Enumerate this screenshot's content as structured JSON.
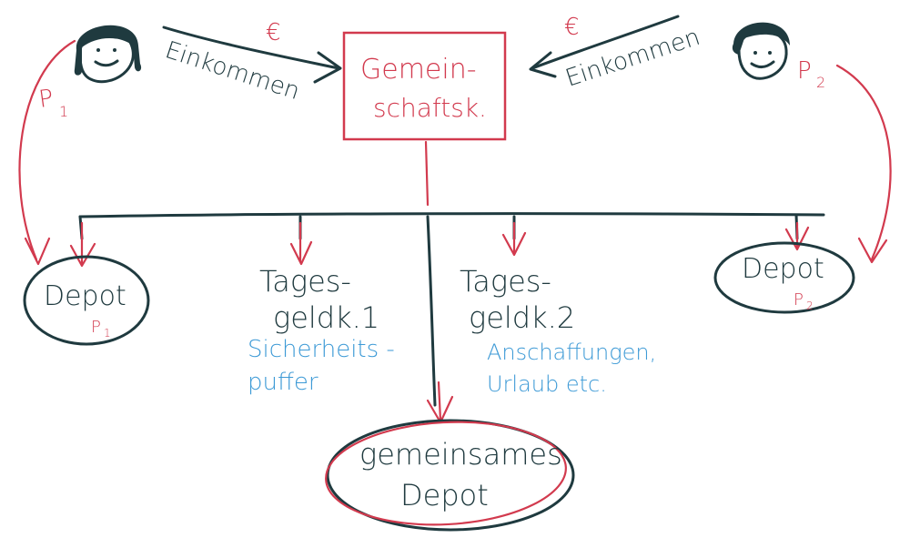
{
  "colors": {
    "ink": "#1f3a3f",
    "accent": "#d23a4e",
    "note": "#3d9ad6"
  },
  "person1": {
    "label": "P1",
    "label_main": "P",
    "label_sub": "1"
  },
  "person2": {
    "label": "P2",
    "label_main": "P",
    "label_sub": "2"
  },
  "income_left": {
    "label": "Einkommen",
    "currency": "€"
  },
  "income_right": {
    "label": "Einkommen",
    "currency": "€"
  },
  "joint_account": {
    "line1": "Gemein-",
    "line2": "schaftsk."
  },
  "depot_p1": {
    "label": "Depot",
    "owner": "P1",
    "owner_main": "P",
    "owner_sub": "1"
  },
  "depot_p2": {
    "label": "Depot",
    "owner": "P2",
    "owner_main": "P",
    "owner_sub": "2"
  },
  "savings1": {
    "line1": "Tages-",
    "line2": "geldk.1",
    "note1": "Sicherheits -",
    "note2": "puffer"
  },
  "savings2": {
    "line1": "Tages-",
    "line2": "geldk.2",
    "note1": "Anschaffungen,",
    "note2": "Urlaub etc."
  },
  "joint_depot": {
    "line1": "gemeinsames",
    "line2": "Depot"
  }
}
